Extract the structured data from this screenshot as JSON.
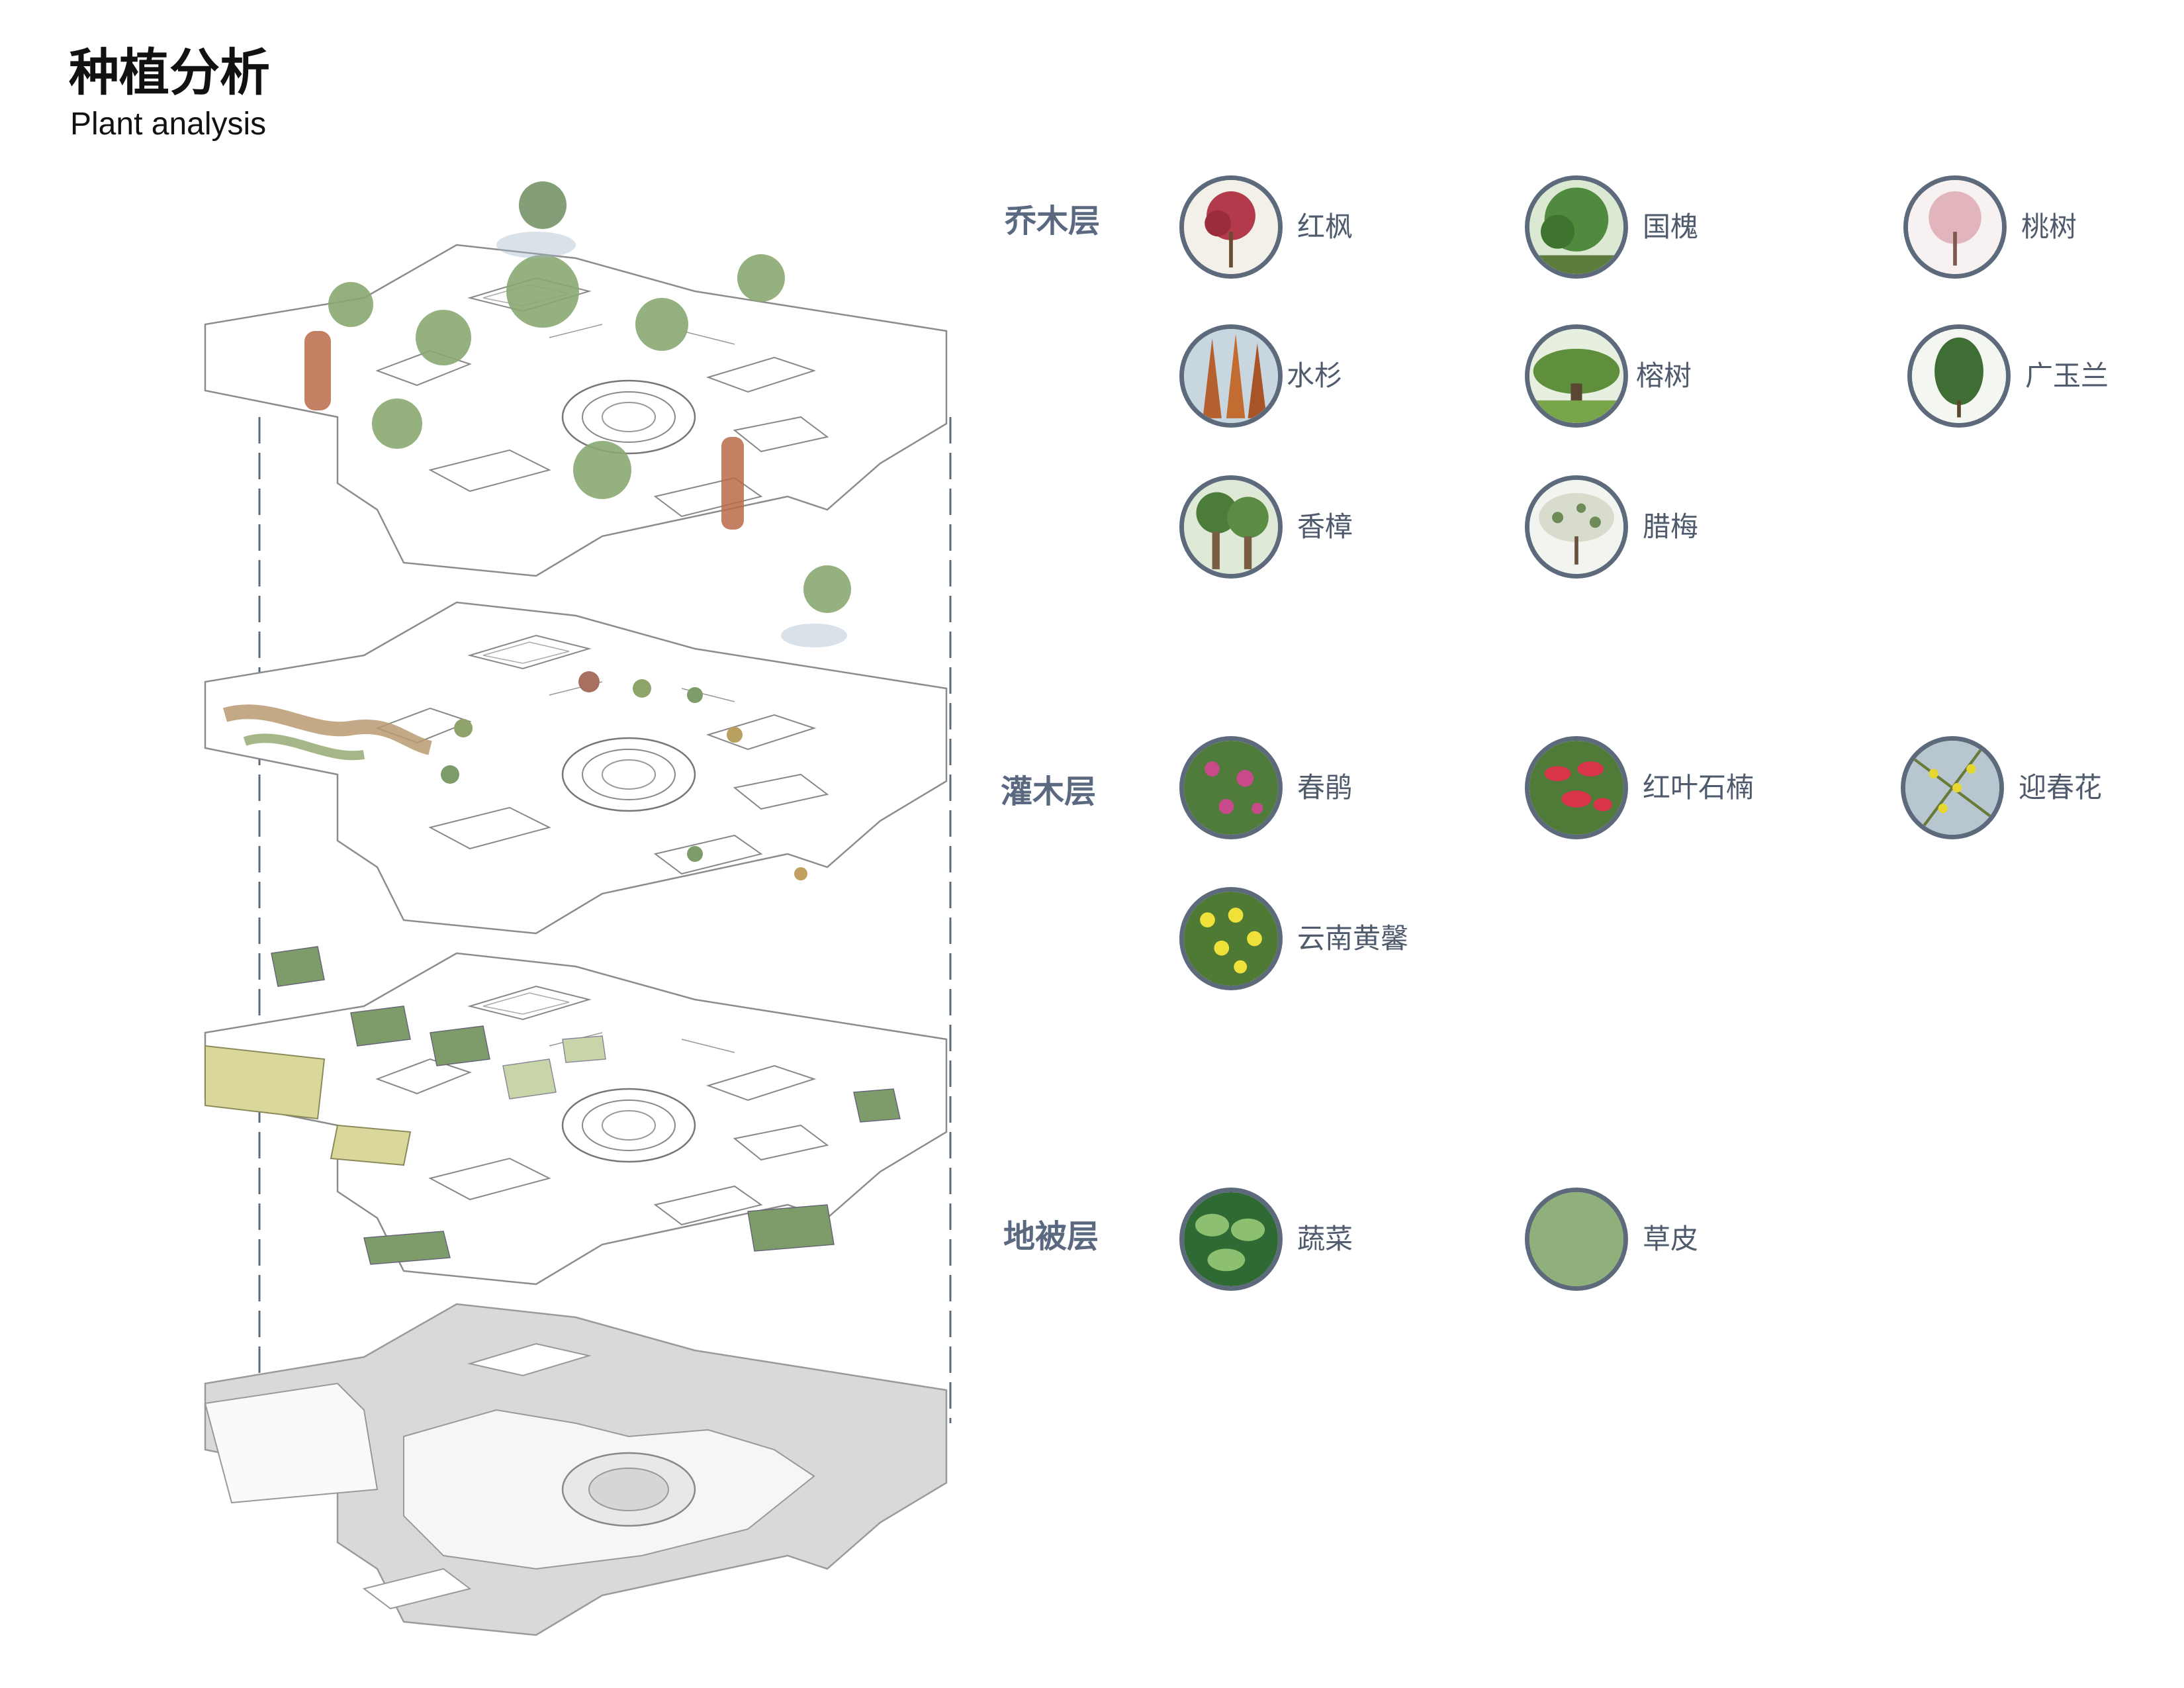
{
  "title_zh": "种植分析",
  "title_en": "Plant analysis",
  "tree_layer": {
    "label": "乔木层",
    "plants": [
      {
        "name": "红枫",
        "icon": "red-maple-icon"
      },
      {
        "name": "国槐",
        "icon": "pagoda-tree-icon"
      },
      {
        "name": "桃树",
        "icon": "peach-tree-icon"
      },
      {
        "name": "水杉",
        "icon": "dawn-redwood-icon"
      },
      {
        "name": "榕树",
        "icon": "banyan-icon"
      },
      {
        "name": "广玉兰",
        "icon": "magnolia-icon"
      },
      {
        "name": "香樟",
        "icon": "camphor-tree-icon"
      },
      {
        "name": "腊梅",
        "icon": "wintersweet-icon"
      }
    ]
  },
  "shrub_layer": {
    "label": "灌木层",
    "plants": [
      {
        "name": "春鹃",
        "icon": "azalea-icon"
      },
      {
        "name": "红叶石楠",
        "icon": "photinia-icon"
      },
      {
        "name": "迎春花",
        "icon": "winter-jasmine-icon"
      },
      {
        "name": "云南黄馨",
        "icon": "primrose-jasmine-icon"
      }
    ]
  },
  "ground_layer": {
    "label": "地被层",
    "plants": [
      {
        "name": "蔬菜",
        "icon": "vegetable-icon"
      },
      {
        "name": "草皮",
        "icon": "turf-icon"
      }
    ]
  },
  "colors": {
    "label": "#5a6880",
    "ring": "#5d6a7c",
    "lawn": "#d9d89a",
    "planting": "#7e9c6a"
  }
}
